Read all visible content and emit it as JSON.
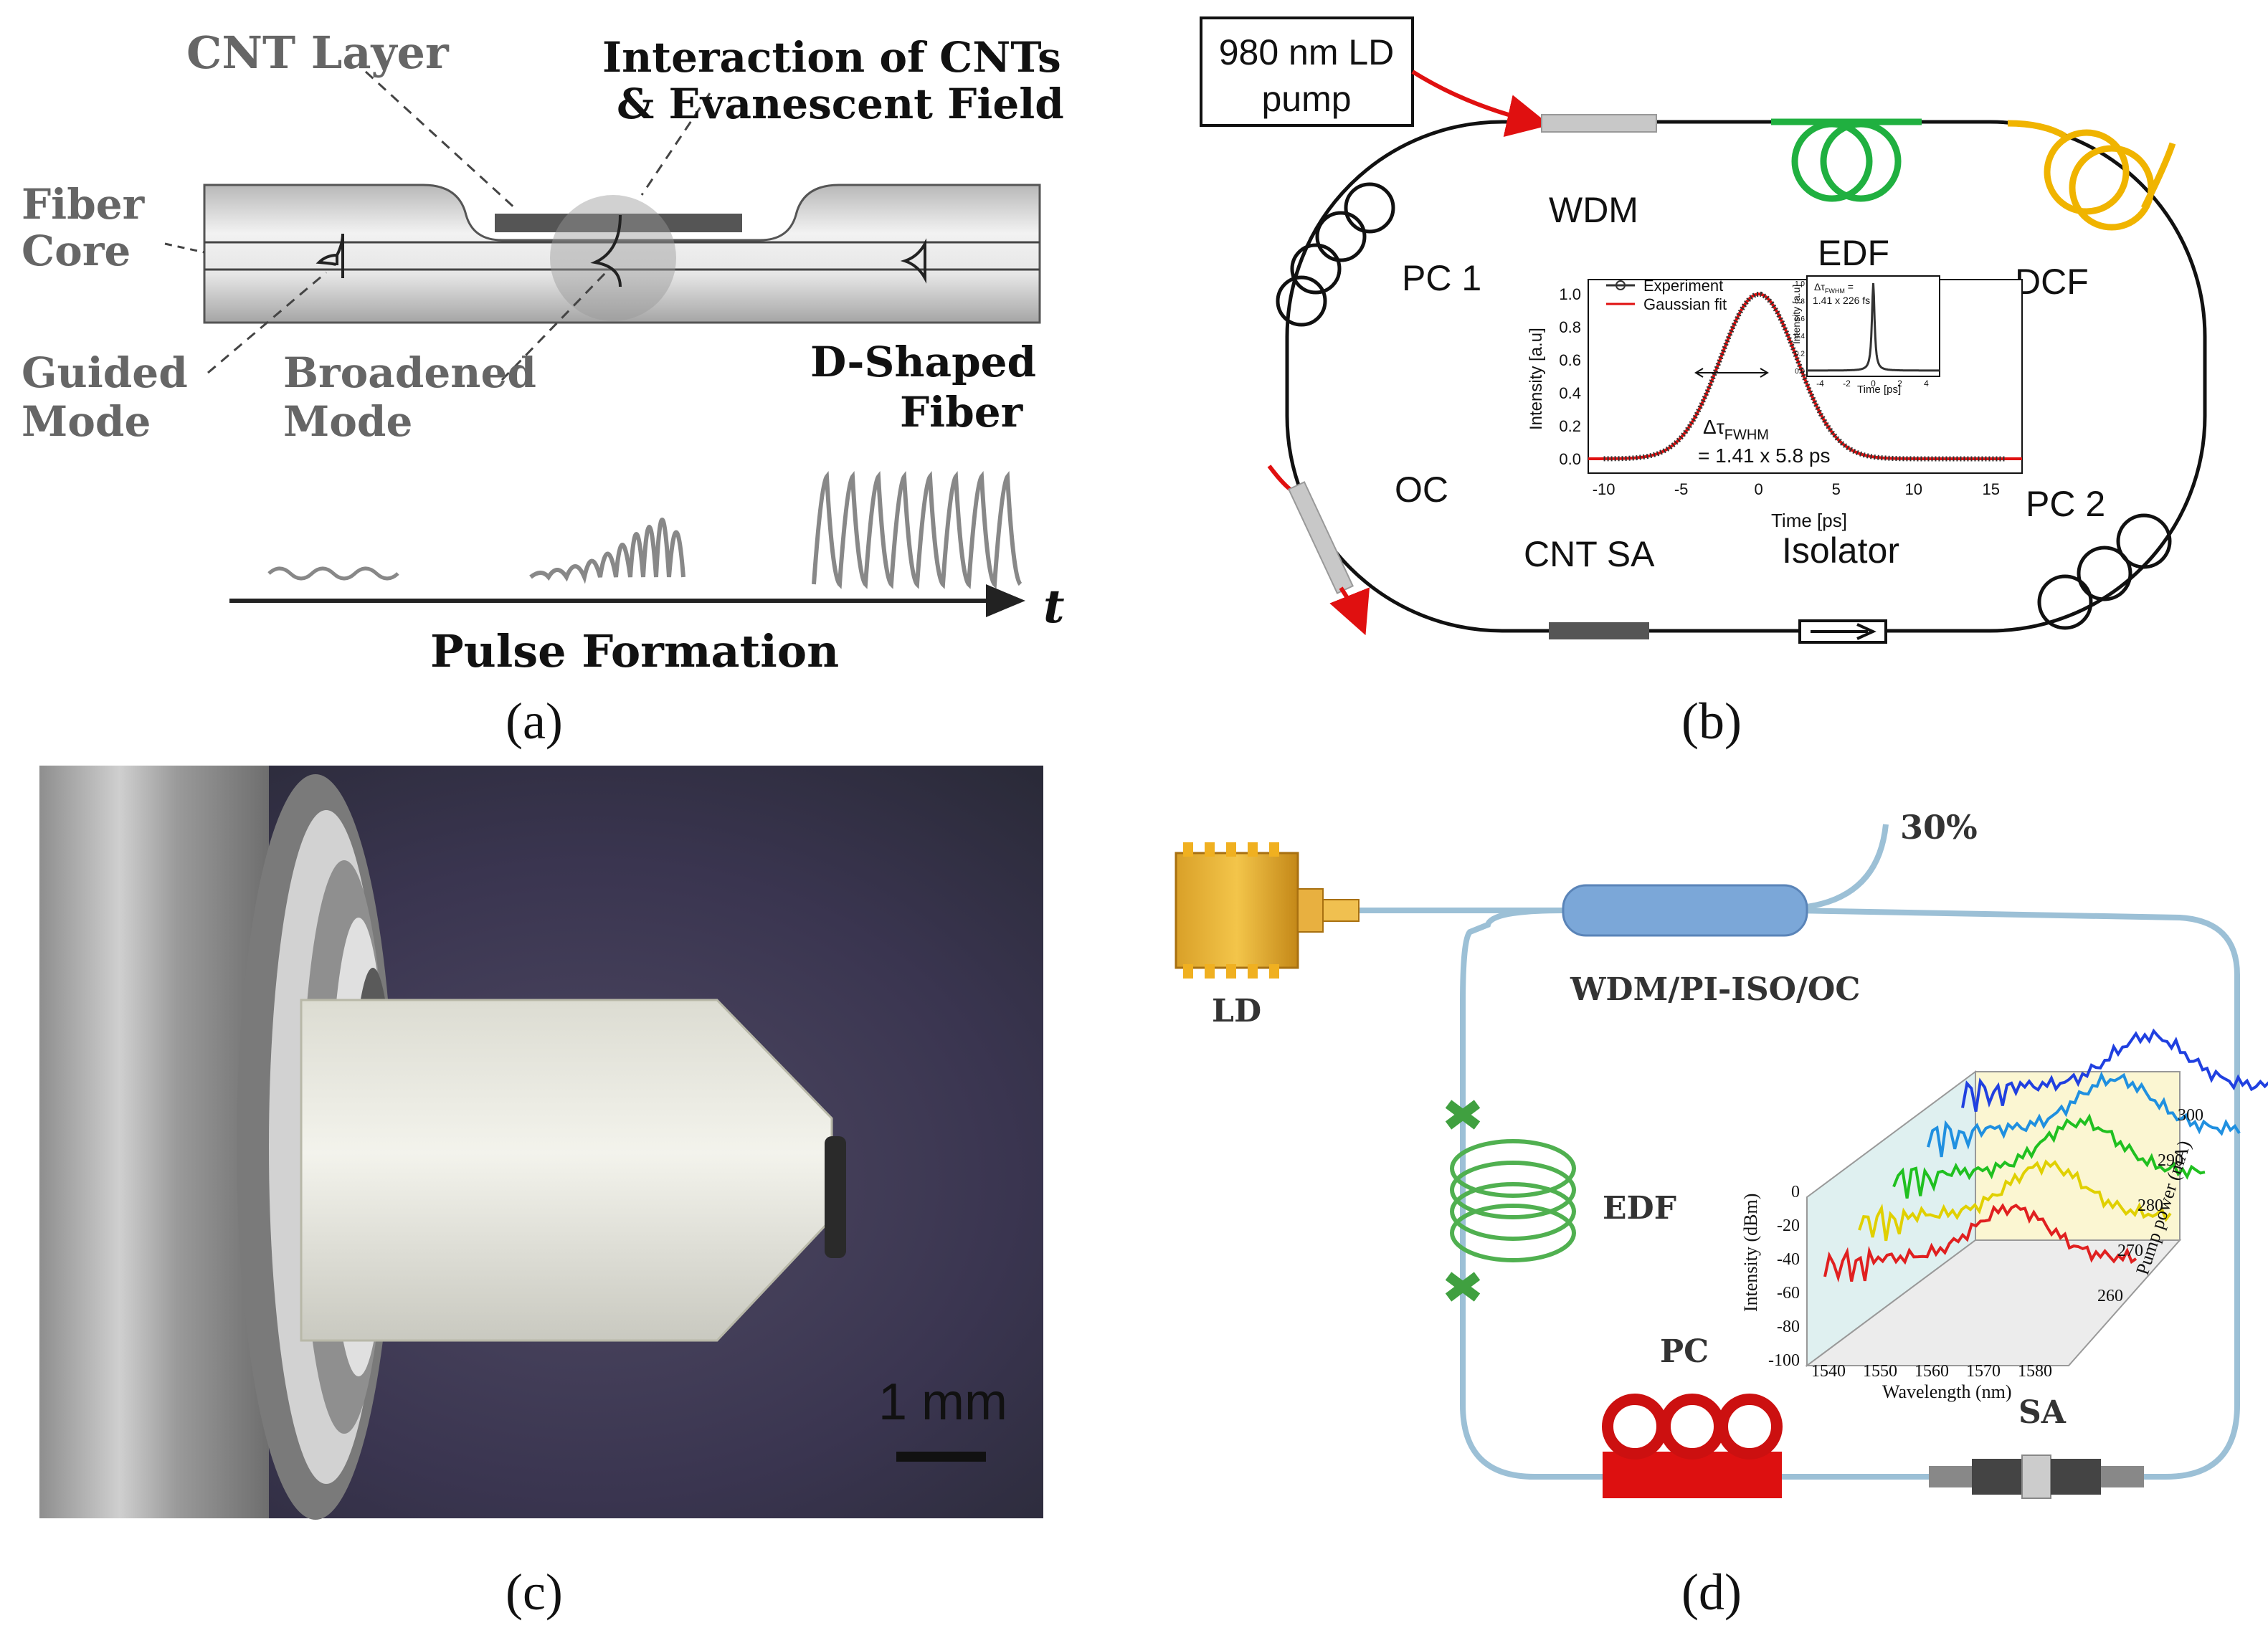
{
  "panel_labels": {
    "a": "(a)",
    "b": "(b)",
    "c": "(c)",
    "d": "(d)"
  },
  "panel_a": {
    "cnt_layer": "CNT Layer",
    "interaction_line1": "Interaction of CNTs",
    "interaction_line2": "& Evanescent Field",
    "fiber_core_line1": "Fiber",
    "fiber_core_line2": "Core",
    "guided_mode_line1": "Guided",
    "guided_mode_line2": "Mode",
    "broadened_mode_line1": "Broadened",
    "broadened_mode_line2": "Mode",
    "d_shaped_line1": "D-Shaped",
    "d_shaped_line2": "Fiber",
    "time_axis": "t",
    "pulse_formation": "Pulse Formation"
  },
  "panel_b": {
    "pump_line1": "980 nm LD",
    "pump_line2": "pump",
    "wdm": "WDM",
    "edf": "EDF",
    "dcf": "DCF",
    "pc1": "PC 1",
    "pc2": "PC 2",
    "oc": "OC",
    "cnt_sa": "CNT SA",
    "isolator": "Isolator",
    "inset_legend_experiment": "Experiment",
    "inset_legend_gaussian": "Gaussian fit",
    "inset_ylabel": "Intensity [a.u]",
    "inset_xlabel": "Time [ps]",
    "inset_yticks": [
      "0.0",
      "0.2",
      "0.4",
      "0.6",
      "0.8",
      "1.0"
    ],
    "inset_xticks": [
      "-10",
      "-5",
      "0",
      "5",
      "10",
      "15"
    ],
    "inset_delta_label": "Δτ",
    "inset_delta_sub": "FWHM",
    "inset_delta_value": "= 1.41 x 5.8 ps",
    "mini_ylabel": "Intensity [a.u]",
    "mini_xlabel": "Time [ps]",
    "mini_xticks": [
      "-4",
      "-2",
      "0",
      "2",
      "4"
    ],
    "mini_yticks": [
      "0.0",
      "0.2",
      "0.4",
      "0.6",
      "0.8",
      "1.0"
    ],
    "mini_delta_label": "Δτ",
    "mini_delta_sub": "FWHM",
    "mini_delta_eq": " =",
    "mini_delta_value": "1.41 x 226 fs"
  },
  "panel_c": {
    "scale_bar": "1 mm"
  },
  "panel_d": {
    "output_percent": "30%",
    "ld": "LD",
    "wdm_iso_oc": "WDM/PI-ISO/OC",
    "edf": "EDF",
    "pc": "PC",
    "sa": "SA",
    "inset_ylabel": "Intensity (dBm)",
    "inset_xlabel": "Wavelength (nm)",
    "inset_zlabel": "Pump power (mA)",
    "inset_yticks": [
      "0",
      "-20",
      "-40",
      "-60",
      "-80",
      "-100"
    ],
    "inset_xticks": [
      "1540",
      "1550",
      "1560",
      "1570",
      "1580"
    ],
    "inset_zticks": [
      "260",
      "270",
      "280",
      "290",
      "300"
    ],
    "series_colors": [
      "#e02020",
      "#e0d000",
      "#20c020",
      "#2090e0",
      "#2040e0"
    ]
  }
}
